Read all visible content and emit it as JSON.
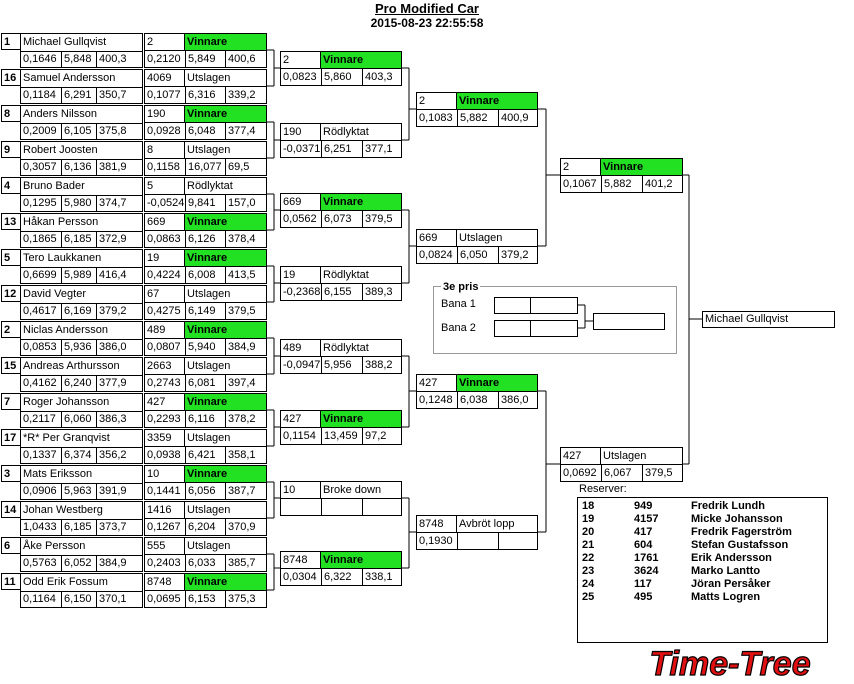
{
  "title": "Pro Modified Car",
  "subtitle": "2015-08-23 22:55:58",
  "round1": [
    {
      "seed": "1",
      "name": "Michael Gullqvist",
      "rt": "0,1646",
      "et": "5,848",
      "sp": "400,3"
    },
    {
      "seed": "16",
      "name": "Samuel Andersson",
      "rt": "0,1184",
      "et": "6,291",
      "sp": "350,7"
    },
    {
      "seed": "8",
      "name": "Anders Nilsson",
      "rt": "0,2009",
      "et": "6,105",
      "sp": "375,8"
    },
    {
      "seed": "9",
      "name": "Robert Joosten",
      "rt": "0,3057",
      "et": "6,136",
      "sp": "381,9"
    },
    {
      "seed": "4",
      "name": "Bruno Bader",
      "rt": "0,1295",
      "et": "5,980",
      "sp": "374,7"
    },
    {
      "seed": "13",
      "name": "Håkan Persson",
      "rt": "0,1865",
      "et": "6,185",
      "sp": "372,9"
    },
    {
      "seed": "5",
      "name": "Tero Laukkanen",
      "rt": "0,6699",
      "et": "5,989",
      "sp": "416,4"
    },
    {
      "seed": "12",
      "name": "David Vegter",
      "rt": "0,4617",
      "et": "6,169",
      "sp": "379,2"
    },
    {
      "seed": "2",
      "name": "Niclas  Andersson",
      "rt": "0,0853",
      "et": "5,936",
      "sp": "386,0"
    },
    {
      "seed": "15",
      "name": "Andreas Arthursson",
      "rt": "0,4162",
      "et": "6,240",
      "sp": "377,9"
    },
    {
      "seed": "7",
      "name": "Roger Johansson",
      "rt": "0,2117",
      "et": "6,060",
      "sp": "386,3"
    },
    {
      "seed": "17",
      "name": "*R* Per Granqvist",
      "rt": "0,1337",
      "et": "6,374",
      "sp": "356,2"
    },
    {
      "seed": "3",
      "name": "Mats Eriksson",
      "rt": "0,0906",
      "et": "5,963",
      "sp": "391,9"
    },
    {
      "seed": "14",
      "name": "Johan Westberg",
      "rt": "1,0433",
      "et": "6,185",
      "sp": "373,7"
    },
    {
      "seed": "6",
      "name": "Åke Persson",
      "rt": "0,5763",
      "et": "6,052",
      "sp": "384,9"
    },
    {
      "seed": "11",
      "name": "Odd Erik Fossum",
      "rt": "0,1164",
      "et": "6,150",
      "sp": "370,1"
    }
  ],
  "col1": [
    {
      "car": "2",
      "status": "Vinnare",
      "win": true,
      "rt": "0,2120",
      "et": "5,849",
      "sp": "400,6"
    },
    {
      "car": "4069",
      "status": "Utslagen",
      "win": false,
      "rt": "0,1077",
      "et": "6,316",
      "sp": "339,2"
    },
    {
      "car": "190",
      "status": "Vinnare",
      "win": true,
      "rt": "0,0928",
      "et": "6,048",
      "sp": "377,4"
    },
    {
      "car": "8",
      "status": "Utslagen",
      "win": false,
      "rt": "0,1158",
      "et": "16,077",
      "sp": "69,5"
    },
    {
      "car": "5",
      "status": "Rödlyktat",
      "win": false,
      "rt": "-0,0524",
      "et": "9,841",
      "sp": "157,0"
    },
    {
      "car": "669",
      "status": "Vinnare",
      "win": true,
      "rt": "0,0863",
      "et": "6,126",
      "sp": "378,4"
    },
    {
      "car": "19",
      "status": "Vinnare",
      "win": true,
      "rt": "0,4224",
      "et": "6,008",
      "sp": "413,5"
    },
    {
      "car": "67",
      "status": "Utslagen",
      "win": false,
      "rt": "0,4275",
      "et": "6,149",
      "sp": "379,5"
    },
    {
      "car": "489",
      "status": "Vinnare",
      "win": true,
      "rt": "0,0807",
      "et": "5,940",
      "sp": "384,9"
    },
    {
      "car": "2663",
      "status": "Utslagen",
      "win": false,
      "rt": "0,2743",
      "et": "6,081",
      "sp": "397,4"
    },
    {
      "car": "427",
      "status": "Vinnare",
      "win": true,
      "rt": "0,2293",
      "et": "6,116",
      "sp": "378,2"
    },
    {
      "car": "3359",
      "status": "Utslagen",
      "win": false,
      "rt": "0,0938",
      "et": "6,421",
      "sp": "358,1"
    },
    {
      "car": "10",
      "status": "Vinnare",
      "win": true,
      "rt": "0,1441",
      "et": "6,056",
      "sp": "387,7"
    },
    {
      "car": "1416",
      "status": "Utslagen",
      "win": false,
      "rt": "0,1267",
      "et": "6,204",
      "sp": "370,9"
    },
    {
      "car": "555",
      "status": "Utslagen",
      "win": false,
      "rt": "0,2403",
      "et": "6,033",
      "sp": "385,7"
    },
    {
      "car": "8748",
      "status": "Vinnare",
      "win": true,
      "rt": "0,0695",
      "et": "6,153",
      "sp": "375,3"
    }
  ],
  "col2": [
    {
      "car": "2",
      "status": "Vinnare",
      "win": true,
      "rt": "0,0823",
      "et": "5,860",
      "sp": "403,3"
    },
    {
      "car": "190",
      "status": "Rödlyktat",
      "win": false,
      "rt": "-0,0371",
      "et": "6,251",
      "sp": "377,1"
    },
    {
      "car": "669",
      "status": "Vinnare",
      "win": true,
      "rt": "0,0562",
      "et": "6,073",
      "sp": "379,5"
    },
    {
      "car": "19",
      "status": "Rödlyktat",
      "win": false,
      "rt": "-0,2368",
      "et": "6,155",
      "sp": "389,3"
    },
    {
      "car": "489",
      "status": "Rödlyktat",
      "win": false,
      "rt": "-0,0947",
      "et": "5,956",
      "sp": "388,2"
    },
    {
      "car": "427",
      "status": "Vinnare",
      "win": true,
      "rt": "0,1154",
      "et": "13,459",
      "sp": "97,2"
    },
    {
      "car": "10",
      "status": "Broke down",
      "win": false,
      "rt": "",
      "et": "",
      "sp": ""
    },
    {
      "car": "8748",
      "status": "Vinnare",
      "win": true,
      "rt": "0,0304",
      "et": "6,322",
      "sp": "338,1"
    }
  ],
  "col3": [
    {
      "car": "2",
      "status": "Vinnare",
      "win": true,
      "rt": "0,1083",
      "et": "5,882",
      "sp": "400,9"
    },
    {
      "car": "669",
      "status": "Utslagen",
      "win": false,
      "rt": "0,0824",
      "et": "6,050",
      "sp": "379,2"
    },
    {
      "car": "427",
      "status": "Vinnare",
      "win": true,
      "rt": "0,1248",
      "et": "6,038",
      "sp": "386,0"
    },
    {
      "car": "8748",
      "status": "Avbröt lopp",
      "win": false,
      "rt": "0,1930",
      "et": "",
      "sp": ""
    }
  ],
  "col4": [
    {
      "car": "2",
      "status": "Vinnare",
      "win": true,
      "rt": "0,1067",
      "et": "5,882",
      "sp": "401,2"
    },
    {
      "car": "427",
      "status": "Utslagen",
      "win": false,
      "rt": "0,0692",
      "et": "6,067",
      "sp": "379,5"
    }
  ],
  "third_prize": {
    "label": "3e pris",
    "lane1": "Bana 1",
    "lane2": "Bana 2"
  },
  "winner": "Michael Gullqvist",
  "reserves_label": "Reserver:",
  "reserves": [
    {
      "num": "18",
      "car": "949",
      "name": "Fredrik Lundh"
    },
    {
      "num": "19",
      "car": "4157",
      "name": "Micke Johansson"
    },
    {
      "num": "20",
      "car": "417",
      "name": "Fredrik Fagerström"
    },
    {
      "num": "21",
      "car": "604",
      "name": "Stefan Gustafsson"
    },
    {
      "num": "22",
      "car": "1761",
      "name": "Erik Andersson"
    },
    {
      "num": "23",
      "car": "3624",
      "name": "Marko Lantto"
    },
    {
      "num": "24",
      "car": "117",
      "name": "Jöran Persåker"
    },
    {
      "num": "25",
      "car": "495",
      "name": "Matts Logren"
    }
  ],
  "logo_text": "Time-Tree",
  "colors": {
    "winner_green": "#22e022",
    "logo_red": "#e01010"
  }
}
